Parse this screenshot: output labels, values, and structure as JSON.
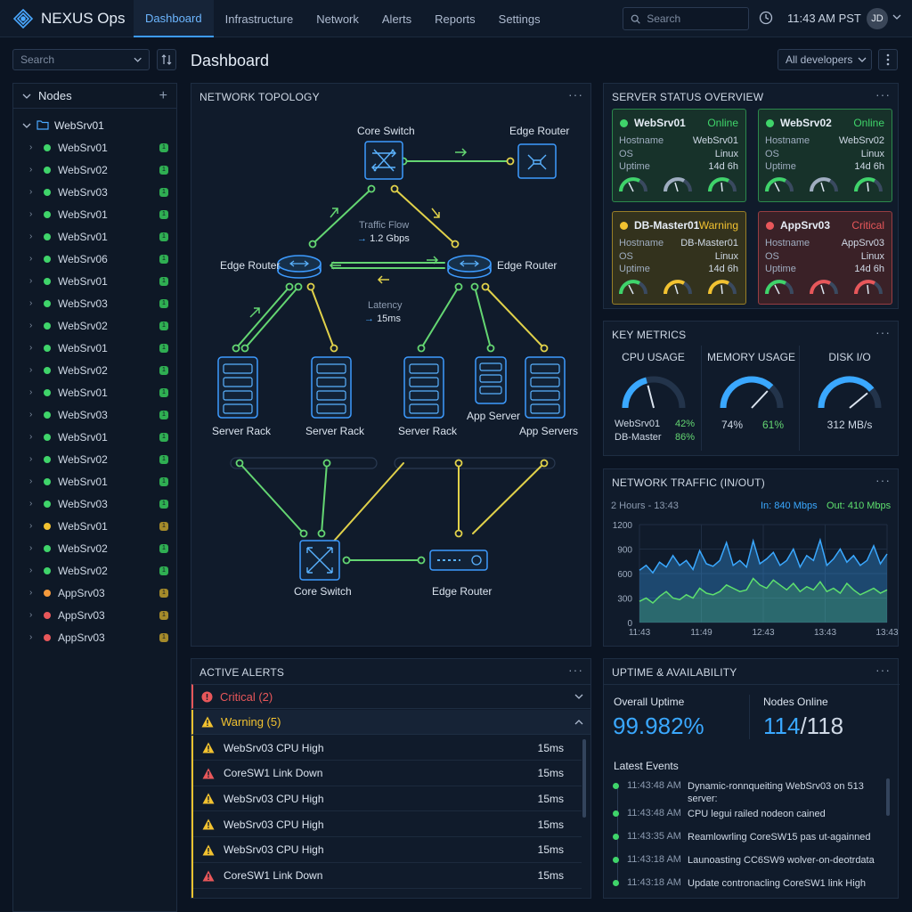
{
  "app": {
    "name": "NEXUS Ops"
  },
  "nav": {
    "tabs": [
      "Dashboard",
      "Infrastructure",
      "Network",
      "Alerts",
      "Reports",
      "Settings"
    ]
  },
  "header": {
    "search_placeholder": "Search",
    "time": "11:43 AM PST",
    "user_initials": "JD"
  },
  "page": {
    "title": "Dashboard",
    "filter_value": "All developers"
  },
  "sidebar": {
    "search_placeholder": "Search",
    "title": "Nodes",
    "root": "WebSrv01",
    "items": [
      {
        "label": "WebSrv01",
        "status": "#3fd46a"
      },
      {
        "label": "WebSrv02",
        "status": "#3fd46a"
      },
      {
        "label": "WebSrv03",
        "status": "#3fd46a"
      },
      {
        "label": "WebSrv01",
        "status": "#3fd46a"
      },
      {
        "label": "WebSrv01",
        "status": "#3fd46a"
      },
      {
        "label": "WebSrv06",
        "status": "#3fd46a"
      },
      {
        "label": "WebSrv01",
        "status": "#3fd46a"
      },
      {
        "label": "WebSrv03",
        "status": "#3fd46a"
      },
      {
        "label": "WebSrv02",
        "status": "#3fd46a"
      },
      {
        "label": "WebSrv01",
        "status": "#3fd46a"
      },
      {
        "label": "WebSrv02",
        "status": "#3fd46a"
      },
      {
        "label": "WebSrv01",
        "status": "#3fd46a"
      },
      {
        "label": "WebSrv03",
        "status": "#3fd46a"
      },
      {
        "label": "WebSrv01",
        "status": "#3fd46a"
      },
      {
        "label": "WebSrv02",
        "status": "#3fd46a"
      },
      {
        "label": "WebSrv01",
        "status": "#3fd46a"
      },
      {
        "label": "WebSrv03",
        "status": "#3fd46a"
      },
      {
        "label": "WebSrv01",
        "status": "#f2c230"
      },
      {
        "label": "WebSrv02",
        "status": "#3fd46a"
      },
      {
        "label": "WebSrv02",
        "status": "#3fd46a"
      },
      {
        "label": "AppSrv03",
        "status": "#f59a3c"
      },
      {
        "label": "AppSrv03",
        "status": "#e8575a"
      },
      {
        "label": "AppSrv03",
        "status": "#e8575a"
      }
    ]
  },
  "topology": {
    "title": "NETWORK TOPOLOGY",
    "core_switch": "Core Switch",
    "edge_router": "Edge Router",
    "traffic_flow_label": "Traffic Flow",
    "traffic_flow_value": "1.2 Gbps",
    "latency_label": "Latency",
    "latency_value": "15ms",
    "server_rack": "Server Rack",
    "app_server": "App Server",
    "app_servers": "App Servers"
  },
  "server_status": {
    "title": "SERVER STATUS OVERVIEW",
    "labels": {
      "hostname": "Hostname",
      "os": "OS",
      "uptime": "Uptime"
    },
    "cards": [
      {
        "name": "WebSrv01",
        "status": "Online",
        "hostname": "WebSrv01",
        "os": "Linux",
        "uptime": "14d 6h",
        "color": "#3fd46a"
      },
      {
        "name": "WebSrv02",
        "status": "Online",
        "hostname": "WebSrv02",
        "os": "Linux",
        "uptime": "14d 6h",
        "color": "#3fd46a"
      },
      {
        "name": "DB-Master01",
        "status": "Warning",
        "hostname": "DB-Master01",
        "os": "Linux",
        "uptime": "14d 6h",
        "color": "#f2c230"
      },
      {
        "name": "AppSrv03",
        "status": "Critical",
        "hostname": "AppSrv03",
        "os": "Linux",
        "uptime": "14d 6h",
        "color": "#e8575a"
      }
    ]
  },
  "metrics": {
    "title": "KEY METRICS",
    "cpu": {
      "label": "CPU USAGE",
      "host1": "WebSrv01",
      "value1": "42%",
      "host2": "DB-Master",
      "value2": "86%",
      "level": 0.42
    },
    "memory": {
      "label": "MEMORY USAGE",
      "value1": "74%",
      "value2": "61%",
      "level": 0.74
    },
    "disk": {
      "label": "DISK I/O",
      "value": "312 MB/s",
      "level": 0.78
    }
  },
  "traffic": {
    "title": "NETWORK TRAFFIC (IN/OUT)",
    "range": "2 Hours - 13:43",
    "in_label": "In: 840 Mbps",
    "out_label": "Out: 410 Mbps",
    "in_color": "#3aa8ff",
    "out_color": "#5ee06e"
  },
  "chart_data": {
    "type": "area",
    "title": "NETWORK TRAFFIC (IN/OUT)",
    "x_ticks": [
      "11:43",
      "11:49",
      "12:43",
      "13:43",
      "13:43"
    ],
    "y_ticks": [
      1200,
      900,
      600,
      300,
      0
    ],
    "ylim": [
      0,
      1200
    ],
    "series": [
      {
        "name": "In",
        "values": [
          640,
          700,
          610,
          740,
          680,
          820,
          700,
          760,
          650,
          880,
          720,
          690,
          760,
          980,
          700,
          760,
          680,
          1000,
          720,
          780,
          860,
          700,
          760,
          900,
          680,
          820,
          760,
          1010,
          700,
          780,
          900,
          740,
          820,
          700,
          760,
          940,
          720,
          840
        ]
      },
      {
        "name": "Out",
        "values": [
          260,
          300,
          240,
          320,
          380,
          300,
          280,
          340,
          300,
          420,
          360,
          340,
          380,
          460,
          420,
          380,
          400,
          540,
          460,
          420,
          520,
          460,
          400,
          480,
          380,
          440,
          400,
          500,
          380,
          420,
          360,
          480,
          400,
          340,
          380,
          420,
          360,
          400
        ]
      }
    ]
  },
  "alerts": {
    "title": "ACTIVE ALERTS",
    "critical_group": "Critical (2)",
    "warning_group": "Warning (5)",
    "rows": [
      {
        "text": "WebSrv03 CPU High",
        "latency": "15ms",
        "level": "warn"
      },
      {
        "text": "CoreSW1 Link Down",
        "latency": "15ms",
        "level": "crit"
      },
      {
        "text": "WebSrv03 CPU High",
        "latency": "15ms",
        "level": "warn"
      },
      {
        "text": "WebSrv03 CPU High",
        "latency": "15ms",
        "level": "warn"
      },
      {
        "text": "WebSrv03 CPU High",
        "latency": "15ms",
        "level": "warn"
      },
      {
        "text": "CoreSW1 Link Down",
        "latency": "15ms",
        "level": "crit"
      }
    ]
  },
  "uptime": {
    "title": "UPTIME & AVAILABILITY",
    "overall_label": "Overall Uptime",
    "overall_value": "99.982%",
    "nodes_label": "Nodes Online",
    "nodes_online": "114",
    "nodes_total": "/118",
    "events_title": "Latest Events",
    "events": [
      {
        "time": "11:43:48 AM",
        "text": "Dynamic-ronnqueiting WebSrv03 on 513 server:"
      },
      {
        "time": "11:43:48 AM",
        "text": "CPU legui railed nodeon cained"
      },
      {
        "time": "11:43:35 AM",
        "text": "Reamlowrling CoreSW15 pas ut-againned"
      },
      {
        "time": "11:43:18 AM",
        "text": "Launoasting CC6SW9 wolver-on-deotrdata"
      },
      {
        "time": "11:43:18 AM",
        "text": "Update contronacling CoreSW1 link High"
      }
    ]
  }
}
